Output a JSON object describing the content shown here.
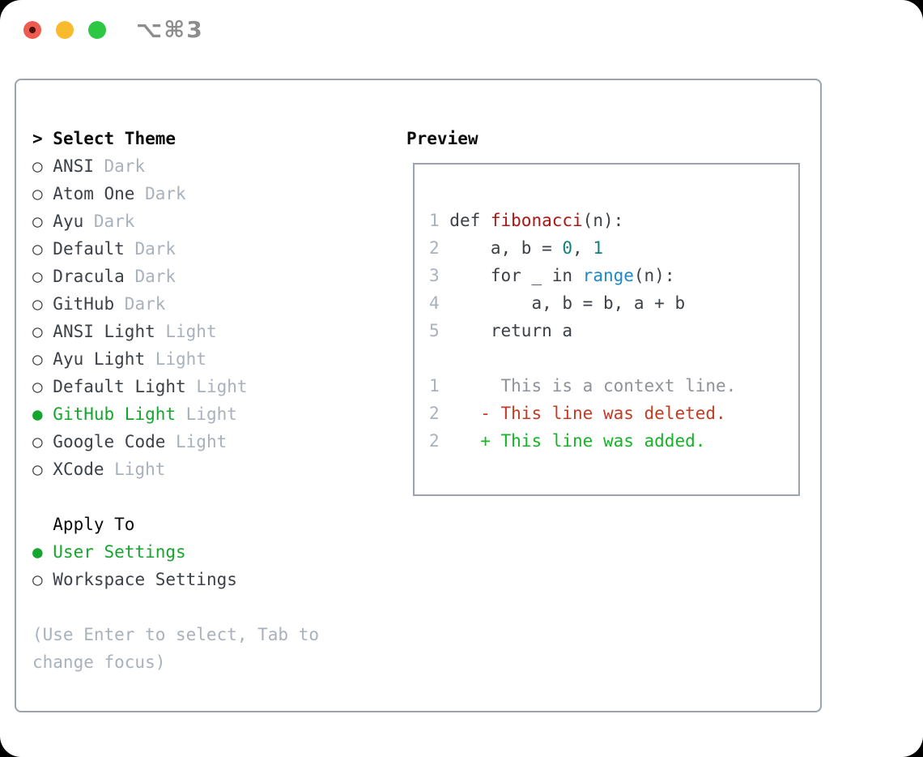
{
  "window": {
    "title": "⌥⌘3"
  },
  "titlebar": {
    "buttons": [
      {
        "name": "close"
      },
      {
        "name": "minimize"
      },
      {
        "name": "zoom"
      }
    ]
  },
  "theme_picker": {
    "header_marker": ">",
    "header": "Select Theme",
    "unselected_marker": "○",
    "selected_marker": "●",
    "themes": [
      {
        "name": "ANSI",
        "tag": "Dark",
        "selected": false
      },
      {
        "name": "Atom One",
        "tag": "Dark",
        "selected": false
      },
      {
        "name": "Ayu",
        "tag": "Dark",
        "selected": false
      },
      {
        "name": "Default",
        "tag": "Dark",
        "selected": false
      },
      {
        "name": "Dracula",
        "tag": "Dark",
        "selected": false
      },
      {
        "name": "GitHub",
        "tag": "Dark",
        "selected": false
      },
      {
        "name": "ANSI Light",
        "tag": "Light",
        "selected": false
      },
      {
        "name": "Ayu Light",
        "tag": "Light",
        "selected": false
      },
      {
        "name": "Default Light",
        "tag": "Light",
        "selected": false
      },
      {
        "name": "GitHub Light",
        "tag": "Light",
        "selected": true
      },
      {
        "name": "Google Code",
        "tag": "Light",
        "selected": false
      },
      {
        "name": "XCode",
        "tag": "Light",
        "selected": false
      }
    ],
    "apply_to": {
      "header": "Apply To",
      "options": [
        {
          "label": "User Settings",
          "selected": true
        },
        {
          "label": "Workspace Settings",
          "selected": false
        }
      ]
    },
    "hint": "(Use Enter to select, Tab to change focus)"
  },
  "preview": {
    "title": "Preview",
    "code_lines": [
      [
        [
          "n",
          "1"
        ],
        [
          "p",
          " def "
        ],
        [
          "f",
          "fibonacci"
        ],
        [
          "p",
          "(n):"
        ]
      ],
      [
        [
          "n",
          "2"
        ],
        [
          "p",
          "     a, b = "
        ],
        [
          "l",
          "0"
        ],
        [
          "p",
          ", "
        ],
        [
          "l",
          "1"
        ]
      ],
      [
        [
          "n",
          "3"
        ],
        [
          "p",
          "     for _ in "
        ],
        [
          "b",
          "range"
        ],
        [
          "p",
          "(n):"
        ]
      ],
      [
        [
          "n",
          "4"
        ],
        [
          "p",
          "         a, b = b, a + b"
        ]
      ],
      [
        [
          "n",
          "5"
        ],
        [
          "p",
          "     return a"
        ]
      ],
      [],
      [
        [
          "n",
          "1"
        ],
        [
          "c",
          "      This is a context line."
        ]
      ],
      [
        [
          "n",
          "2"
        ],
        [
          "p",
          "    "
        ],
        [
          "d",
          "- This line was deleted."
        ]
      ],
      [
        [
          "n",
          "2"
        ],
        [
          "p",
          "    "
        ],
        [
          "a",
          "+ This line was added."
        ]
      ]
    ]
  },
  "colors": {
    "accent_green": "#16a52e",
    "added_green": "#16b427",
    "deleted_red": "#c23b22",
    "function_red": "#ae1412",
    "number_literal_teal": "#107f7e",
    "builtin_blue": "#1e88c7",
    "text_dark": "#3c4148",
    "muted_gray": "#a9b1bd",
    "context_gray": "#8e939a",
    "panel_border_gray": "#9aa3ae",
    "traffic_red": "#f05b50",
    "traffic_yellow": "#f9bb2d",
    "traffic_green": "#2ec744"
  }
}
